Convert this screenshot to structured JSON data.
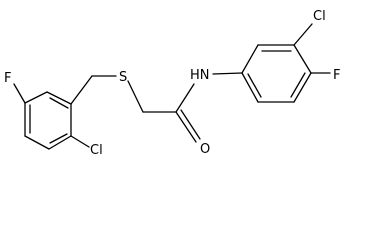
{
  "labels": {
    "f_left": "F",
    "s": "S",
    "hn": "HN",
    "cl_top": "Cl",
    "f_right": "F",
    "o": "O",
    "cl_bottom": "Cl"
  },
  "colors": {
    "bond": "#000000",
    "text": "#000000",
    "background": "#ffffff"
  }
}
